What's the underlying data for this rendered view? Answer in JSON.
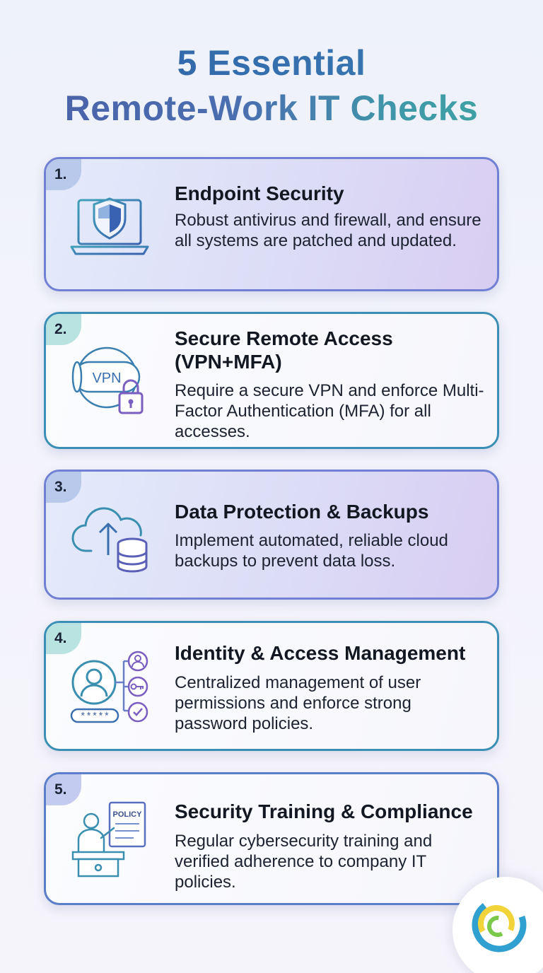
{
  "title": {
    "line1": "5 Essential",
    "line2": "Remote-Work IT Checks"
  },
  "cards": [
    {
      "number": "1.",
      "title": "Endpoint Security",
      "description": "Robust antivirus and firewall, and ensure all systems are patched and updated.",
      "icon": "laptop-shield-icon"
    },
    {
      "number": "2.",
      "title": "Secure Remote Access (VPN+MFA)",
      "description": "Require a secure VPN and enforce Multi-Factor Authentication (MFA) for all accesses.",
      "icon": "vpn-lock-icon",
      "icon_text": "VPN"
    },
    {
      "number": "3.",
      "title": "Data Protection & Backups",
      "description": "Implement automated, reliable cloud backups to prevent data loss.",
      "icon": "cloud-database-icon"
    },
    {
      "number": "4.",
      "title": "Identity & Access Management",
      "description": "Centralized management of user permissions and enforce strong password policies.",
      "icon": "user-access-icon",
      "icon_text": "*****"
    },
    {
      "number": "5.",
      "title": "Security Training & Compliance",
      "description": "Regular cybersecurity training and verified adherence to company IT policies.",
      "icon": "training-policy-icon",
      "icon_text": "POLICY"
    }
  ],
  "colors": {
    "accent_blue": "#3f6fb5",
    "accent_teal": "#3fa6a0",
    "accent_purple": "#7a6ad0"
  }
}
